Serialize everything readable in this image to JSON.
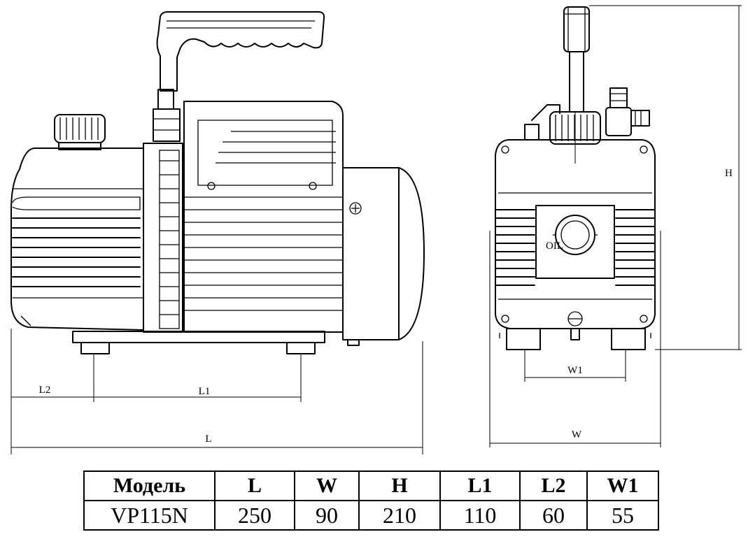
{
  "dimension_labels": {
    "L": "L",
    "L1": "L1",
    "L2": "L2",
    "H": "H",
    "W": "W",
    "W1": "W1",
    "oil": "OIL"
  },
  "table": {
    "headers": [
      "Модель",
      "L",
      "W",
      "H",
      "L1",
      "L2",
      "W1"
    ],
    "rows": [
      [
        "VP115N",
        "250",
        "90",
        "210",
        "110",
        "60",
        "55"
      ]
    ]
  }
}
